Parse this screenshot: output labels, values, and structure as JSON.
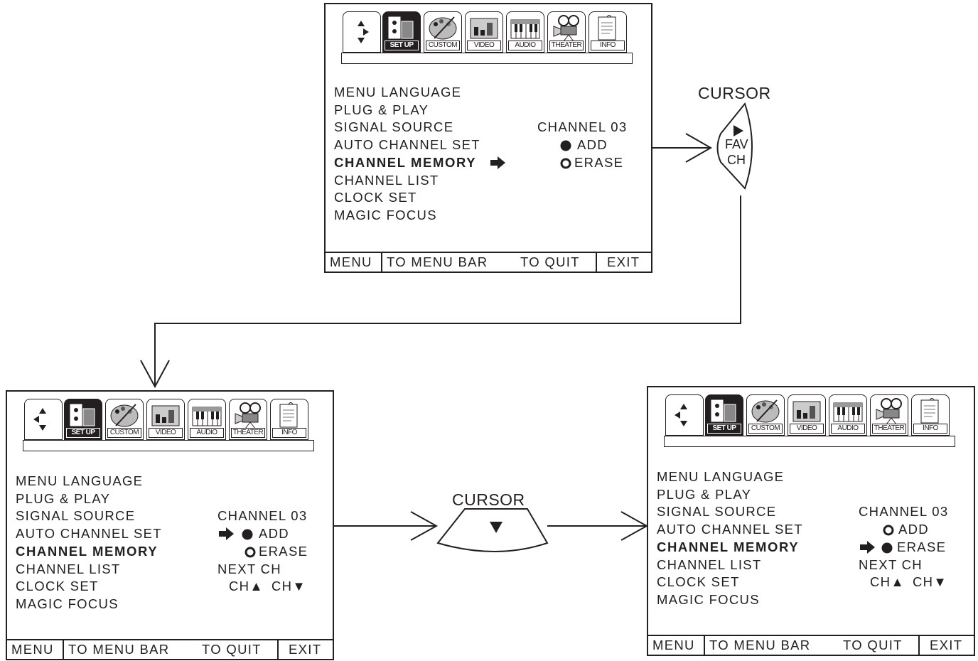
{
  "screens": [
    {
      "tabs": [
        "SET UP",
        "CUSTOM",
        "VIDEO",
        "AUDIO",
        "THEATER",
        "INFO"
      ],
      "menu_items": [
        "MENU LANGUAGE",
        "PLUG & PLAY",
        "SIGNAL SOURCE",
        "AUTO CHANNEL SET",
        "CHANNEL MEMORY",
        "CHANNEL LIST",
        "CLOCK SET",
        "MAGIC FOCUS"
      ],
      "channel_label": "CHANNEL  03",
      "add_label": "ADD",
      "erase_label": "ERASE",
      "footer": {
        "menu": "MENU",
        "to_menu_bar": "TO MENU BAR",
        "to_quit": "TO QUIT",
        "exit": "EXIT"
      }
    },
    {
      "tabs": [
        "SET UP",
        "CUSTOM",
        "VIDEO",
        "AUDIO",
        "THEATER",
        "INFO"
      ],
      "menu_items": [
        "MENU LANGUAGE",
        "PLUG & PLAY",
        "SIGNAL SOURCE",
        "AUTO CHANNEL SET",
        "CHANNEL MEMORY",
        "CHANNEL LIST",
        "CLOCK SET",
        "MAGIC FOCUS"
      ],
      "channel_label": "CHANNEL  03",
      "add_label": "ADD",
      "erase_label": "ERASE",
      "next_ch_label": "NEXT CH",
      "ch_up_label": "CH▲",
      "ch_down_label": "CH▼",
      "footer": {
        "menu": "MENU",
        "to_menu_bar": "TO MENU BAR",
        "to_quit": "TO QUIT",
        "exit": "EXIT"
      }
    },
    {
      "tabs": [
        "SET UP",
        "CUSTOM",
        "VIDEO",
        "AUDIO",
        "THEATER",
        "INFO"
      ],
      "menu_items": [
        "MENU LANGUAGE",
        "PLUG & PLAY",
        "SIGNAL SOURCE",
        "AUTO CHANNEL SET",
        "CHANNEL MEMORY",
        "CHANNEL LIST",
        "CLOCK SET",
        "MAGIC FOCUS"
      ],
      "channel_label": "CHANNEL  03",
      "add_label": "ADD",
      "erase_label": "ERASE",
      "next_ch_label": "NEXT CH",
      "ch_up_label": "CH▲",
      "ch_down_label": "CH▼",
      "footer": {
        "menu": "MENU",
        "to_menu_bar": "TO MENU BAR",
        "to_quit": "TO QUIT",
        "exit": "EXIT"
      }
    }
  ],
  "cursor_right": {
    "label": "CURSOR",
    "fav": "FAV",
    "ch": "CH"
  },
  "cursor_down": {
    "label": "CURSOR"
  }
}
